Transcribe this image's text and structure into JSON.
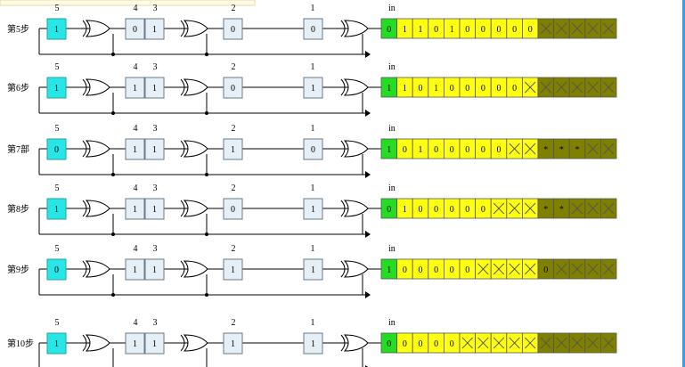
{
  "colors": {
    "reg5": "#29e6e6",
    "reg": "#e6eef6",
    "green": "#22dd22",
    "yellow": "#ffff11",
    "olive": "#808000",
    "edge": "#3d9be0"
  },
  "reg_labels": [
    "5",
    "4",
    "3",
    "2",
    "1"
  ],
  "in_label": "in",
  "rows": [
    {
      "step": "第5步",
      "regs": [
        "1",
        "0",
        "1",
        "0",
        "0"
      ],
      "seq": [
        "0",
        "1",
        "1",
        "0",
        "1",
        "0",
        "0",
        "0",
        "0",
        "0",
        "X",
        "X",
        "X",
        "X",
        "X"
      ],
      "colors": [
        "g",
        "y",
        "y",
        "y",
        "y",
        "y",
        "y",
        "y",
        "y",
        "y",
        "o",
        "o",
        "o",
        "o",
        "o"
      ]
    },
    {
      "step": "第6步",
      "regs": [
        "1",
        "1",
        "1",
        "0",
        "1"
      ],
      "seq": [
        "1",
        "1",
        "0",
        "1",
        "0",
        "0",
        "0",
        "0",
        "0",
        "X",
        "X",
        "X",
        "X",
        "X",
        "X"
      ],
      "colors": [
        "g",
        "y",
        "y",
        "y",
        "y",
        "y",
        "y",
        "y",
        "y",
        "y",
        "o",
        "o",
        "o",
        "o",
        "o"
      ]
    },
    {
      "step": "第7部",
      "regs": [
        "0",
        "1",
        "1",
        "1",
        "0"
      ],
      "seq": [
        "1",
        "0",
        "1",
        "0",
        "0",
        "0",
        "0",
        "0",
        "X",
        "X",
        "*",
        "*",
        "*",
        "X",
        "X"
      ],
      "colors": [
        "g",
        "y",
        "y",
        "y",
        "y",
        "y",
        "y",
        "y",
        "y",
        "y",
        "o",
        "o",
        "o",
        "o",
        "o"
      ]
    },
    {
      "step": "第8步",
      "regs": [
        "1",
        "1",
        "1",
        "0",
        "1"
      ],
      "seq": [
        "0",
        "1",
        "0",
        "0",
        "0",
        "0",
        "0",
        "X",
        "X",
        "X",
        "*",
        "*",
        "X",
        "X",
        "X"
      ],
      "colors": [
        "g",
        "y",
        "y",
        "y",
        "y",
        "y",
        "y",
        "y",
        "y",
        "y",
        "o",
        "o",
        "o",
        "o",
        "o"
      ]
    },
    {
      "step": "第9步",
      "regs": [
        "0",
        "1",
        "1",
        "1",
        "1"
      ],
      "seq": [
        "1",
        "0",
        "0",
        "0",
        "0",
        "0",
        "X",
        "X",
        "X",
        "X",
        "0",
        "X",
        "X",
        "X",
        "X"
      ],
      "colors": [
        "g",
        "y",
        "y",
        "y",
        "y",
        "y",
        "y",
        "y",
        "y",
        "y",
        "o",
        "o",
        "o",
        "o",
        "o"
      ]
    },
    {
      "step": "第10步",
      "regs": [
        "1",
        "1",
        "1",
        "1",
        "1"
      ],
      "seq": [
        "0",
        "0",
        "0",
        "0",
        "0",
        "X",
        "X",
        "X",
        "X",
        "X",
        "X",
        "X",
        "X",
        "X",
        "X"
      ],
      "colors": [
        "g",
        "y",
        "y",
        "y",
        "y",
        "y",
        "y",
        "y",
        "y",
        "y",
        "o",
        "o",
        "o",
        "o",
        "o"
      ]
    }
  ]
}
